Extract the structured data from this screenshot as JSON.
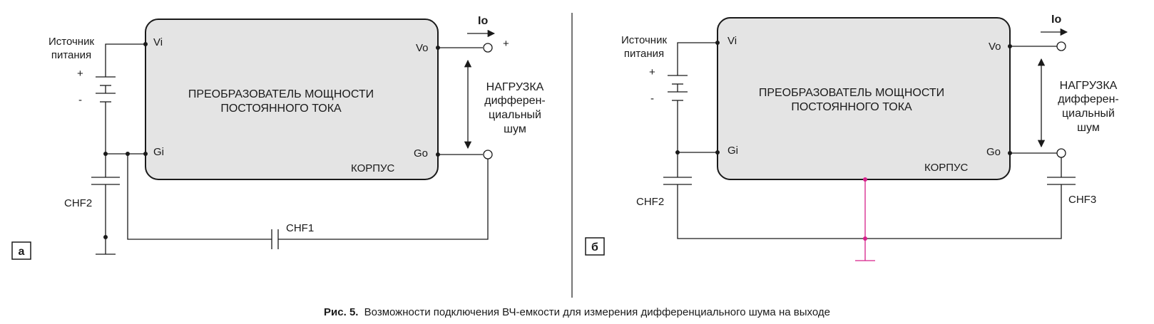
{
  "panel_a": {
    "tag": "а",
    "supply_line1": "Источник",
    "supply_line2": "питания",
    "plus": "+",
    "minus": "-",
    "box_line1": "ПРЕОБРАЗОВАТЕЛЬ МОЩНОСТИ",
    "box_line2": "ПОСТОЯННОГО ТОКА",
    "pin_vi": "Vi",
    "pin_gi": "Gi",
    "pin_vo": "Vo",
    "pin_go": "Go",
    "case": "КОРПУС",
    "current": "Io",
    "out_plus": "+",
    "load1": "НАГРУЗКА",
    "load2": "дифферен-",
    "load3": "циальный",
    "load4": "шум",
    "chf2": "CHF2",
    "chf1": "CHF1"
  },
  "panel_b": {
    "tag": "б",
    "supply_line1": "Источник",
    "supply_line2": "питания",
    "plus": "+",
    "minus": "-",
    "box_line1": "ПРЕОБРАЗОВАТЕЛЬ МОЩНОСТИ",
    "box_line2": "ПОСТОЯННОГО ТОКА",
    "pin_vi": "Vi",
    "pin_gi": "Gi",
    "pin_vo": "Vo",
    "pin_go": "Go",
    "case": "КОРПУС",
    "current": "Io",
    "load1": "НАГРУЗКА",
    "load2": "дифферен-",
    "load3": "циальный",
    "load4": "шум",
    "chf2": "CHF2",
    "chf3": "CHF3"
  },
  "caption": {
    "prefix": "Рис. 5.",
    "text": "Возможности подключения ВЧ-емкости для измерения дифференциального шума на выходе"
  },
  "colors": {
    "box_fill": "#e4e4e4",
    "line": "#1a1a1a",
    "case_ground": "#d6208a"
  }
}
